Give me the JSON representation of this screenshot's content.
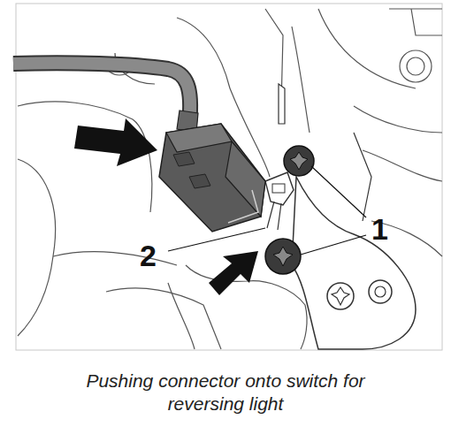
{
  "diagram": {
    "caption": "Pushing connector onto switch for reversing light",
    "labels": [
      "1",
      "2"
    ]
  }
}
